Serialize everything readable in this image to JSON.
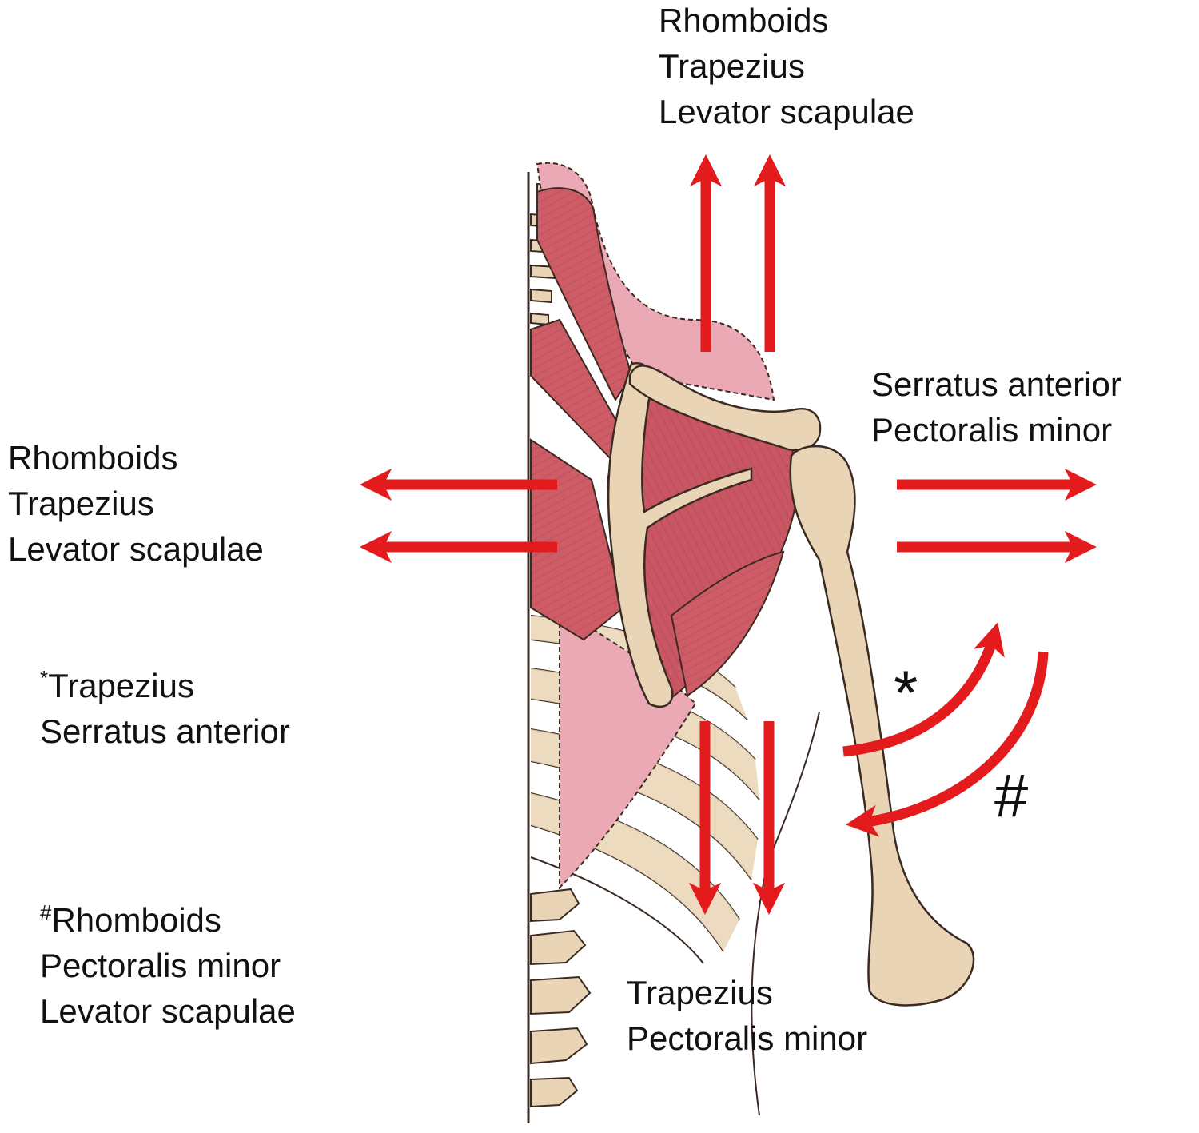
{
  "labels": {
    "elevation": [
      "Rhomboids",
      "Trapezius",
      "Levator scapulae"
    ],
    "protraction": [
      "Serratus anterior",
      "Pectoralis minor"
    ],
    "retraction": [
      "Rhomboids",
      "Trapezius",
      "Levator scapulae"
    ],
    "upward_rotation": {
      "marker": "*",
      "items": [
        "Trapezius",
        "Serratus anterior"
      ]
    },
    "downward_rotation": {
      "marker": "#",
      "items": [
        "Rhomboids",
        "Pectoralis minor",
        "Levator scapulae"
      ]
    },
    "depression": [
      "Trapezius",
      "Pectoralis minor"
    ]
  },
  "symbols": {
    "upward_rotation": "*",
    "downward_rotation": "#"
  },
  "colors": {
    "arrow": "#e31b1d",
    "muscle": "#cd5c67",
    "muscle_light": "#eba9b5",
    "bone": "#e9d5b5",
    "outline": "#3a2a22",
    "text": "#111111"
  }
}
